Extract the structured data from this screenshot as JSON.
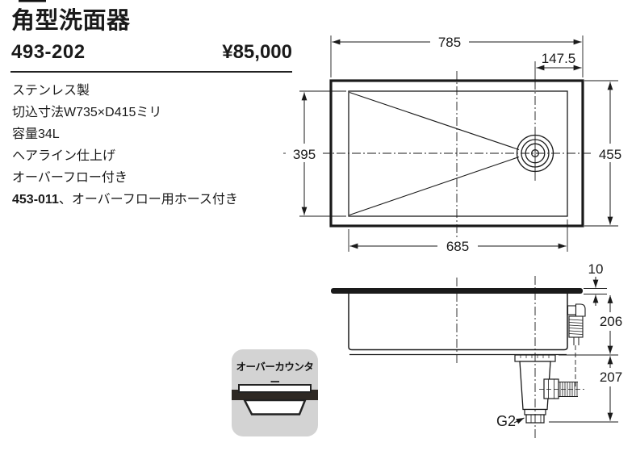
{
  "header": {
    "title": "角型洗面器",
    "model": "493-202",
    "price": "¥85,000"
  },
  "specs": {
    "lines": [
      "ステンレス製",
      "切込寸法W735×D415ミリ",
      "容量34L",
      "ヘアライン仕上げ",
      "オーバーフロー付き"
    ],
    "accessory": {
      "model": "453-011",
      "note": "、オーバーフロー用ホース付き"
    }
  },
  "mounting": {
    "label": "オーバーカウンター"
  },
  "drawing": {
    "top_view": {
      "overall_width": "785",
      "drain_offset": "147.5",
      "bowl_depth": "395",
      "overall_depth": "455",
      "bowl_width": "685"
    },
    "side_view": {
      "counter_thickness": "10",
      "bowl_height": "206",
      "drain_height": "207",
      "thread_size": "G2"
    }
  },
  "colors": {
    "line": "#1a1a1a",
    "icon_bg": "#d3d3d3",
    "icon_bar": "#2e2823"
  }
}
